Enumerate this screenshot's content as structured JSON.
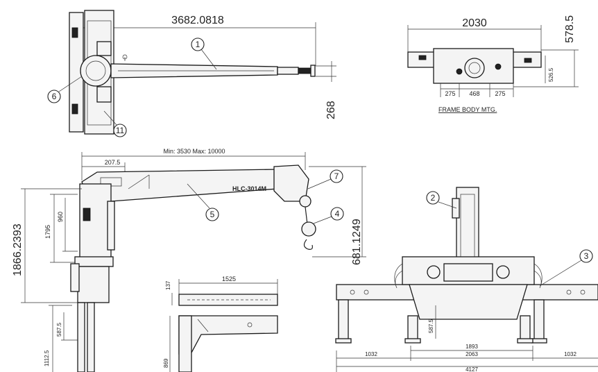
{
  "top_view": {
    "overall_length": "3682.0818",
    "offset": "268"
  },
  "frame_view": {
    "width": "2030",
    "height": "578.5",
    "inner_height": "526.5",
    "spacing_left": "275",
    "spacing_mid": "468",
    "spacing_right": "275",
    "caption": "FRAME BODY MTG."
  },
  "side_view": {
    "reach_range": "Min: 3530 Max: 10000",
    "boom_offset": "207.5",
    "total_height": "1866.2393",
    "column_height": "1795",
    "upper_height": "960",
    "hook_drop": "681.1249",
    "leg_height": "1112.5",
    "leg_lower": "587.5",
    "model": "HLC-3014M"
  },
  "detail_view": {
    "length": "1525",
    "depth": "137",
    "height": "869"
  },
  "rear_view": {
    "leg_height": "587.5",
    "inner_span": "1893",
    "outer_span": "2063",
    "total_span": "4127",
    "left_ext": "1032",
    "right_ext": "1032"
  },
  "callouts": [
    "1",
    "2",
    "3",
    "4",
    "5",
    "6",
    "7",
    "11"
  ]
}
